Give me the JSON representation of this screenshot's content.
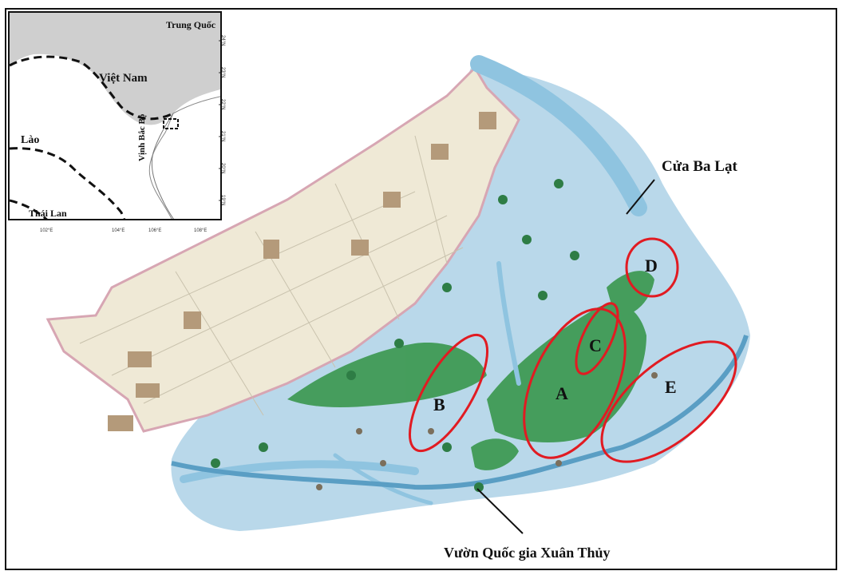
{
  "inset": {
    "labels": {
      "china": "Trung Quốc",
      "vietnam": "Việt Nam",
      "laos": "Lào",
      "thailand": "Thái Lan",
      "gulf": "Vịnh Bắc Bộ"
    },
    "lon_ticks": [
      "102°E",
      "104°E",
      "106°E",
      "108°E"
    ],
    "lat_ticks": [
      "24°N",
      "23°N",
      "22°N",
      "21°N",
      "20°N",
      "19°N"
    ]
  },
  "callouts": {
    "river_mouth": "Cửa Ba Lạt",
    "park": "Vườn Quốc gia Xuân Thủy"
  },
  "zones": [
    "A",
    "B",
    "C",
    "D",
    "E"
  ],
  "colors": {
    "land": "#efe9d6",
    "water": "#b9d8ea",
    "river": "#8fc4e0",
    "mangrove": "#3f9a55",
    "boundary": "#d7a6b3",
    "zone_ring": "#e11b22",
    "inset_land": "#cfcfcf"
  }
}
